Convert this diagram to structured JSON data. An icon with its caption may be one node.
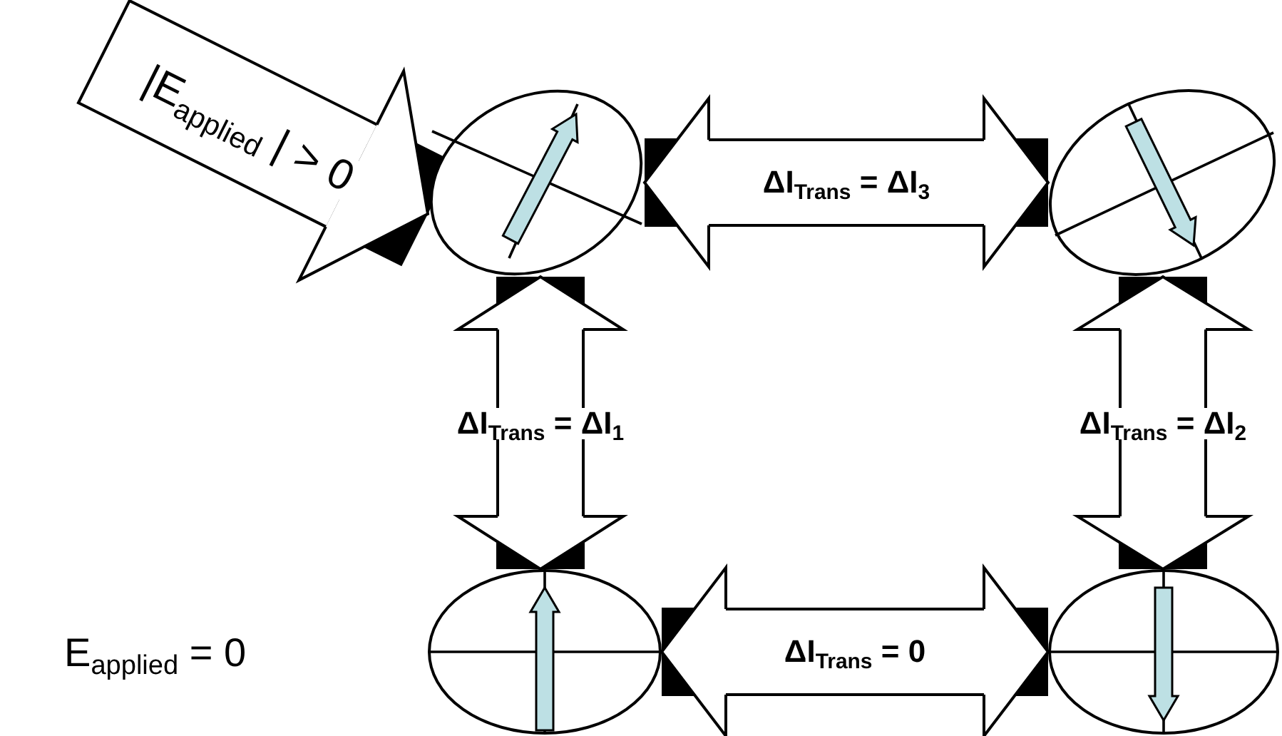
{
  "diagram": {
    "nodes": [
      {
        "text": [],
        "shape": "ellipse"
      },
      {
        "text": [],
        "shape": "ellipse"
      },
      {
        "text": [],
        "shape": "ellipse"
      },
      {
        "text": [],
        "shape": "ellipse"
      }
    ],
    "edges": [
      {
        "from": null,
        "to": 0,
        "arrow": "to",
        "label": "|E$_{applied}$ | > 0"
      },
      {
        "from": 0,
        "to": 1,
        "arrow": "both",
        "label": "ΔI$_{Trans}$ = ΔI$_{3}$"
      },
      {
        "from": 0,
        "to": 2,
        "arrow": "both",
        "label": "ΔI$_{Trans}$ = ΔI$_{1}$"
      },
      {
        "from": 1,
        "to": 3,
        "arrow": "both",
        "label": "ΔI$_{Trans}$ = ΔI$_{2}$"
      },
      {
        "from": 2,
        "to": 3,
        "arrow": "both",
        "label": "ΔI$_{Trans}$ = 0"
      }
    ],
    "labels": [
      "E$_{applied}$ = 0"
    ]
  }
}
